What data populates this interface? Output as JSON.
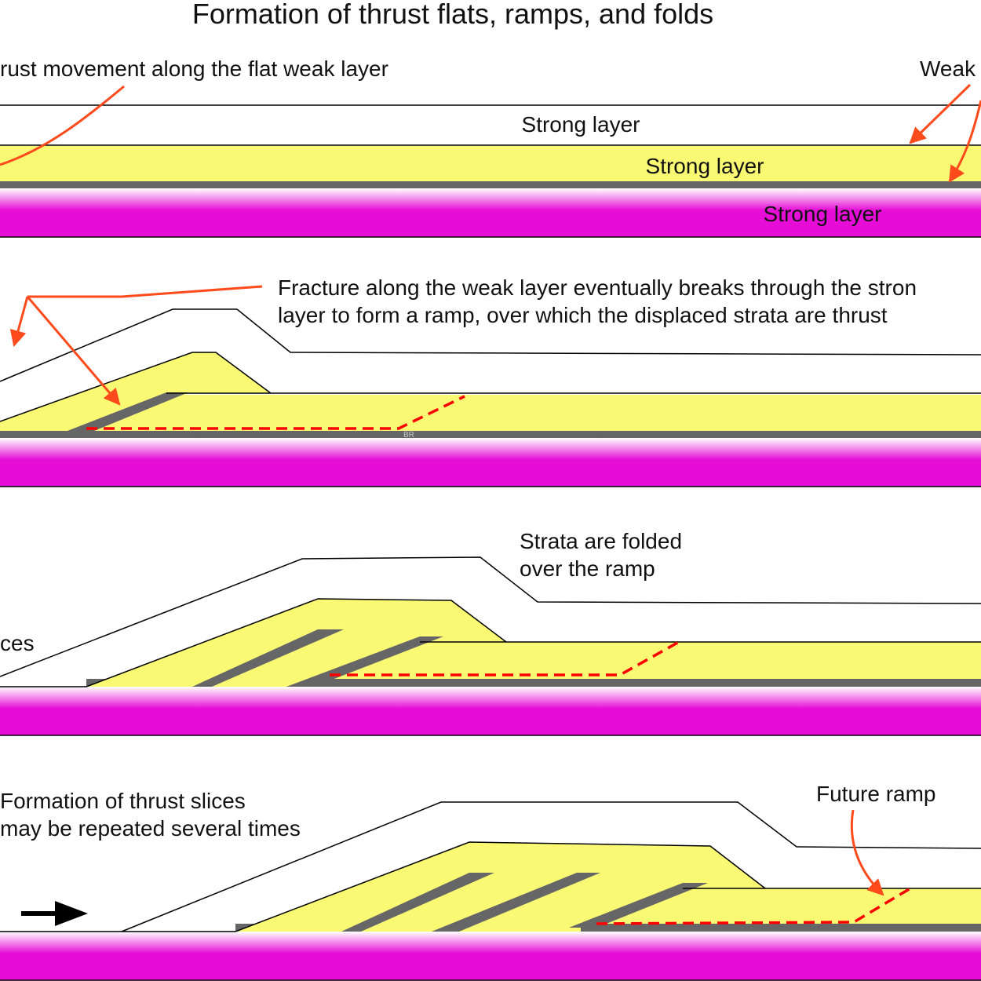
{
  "title": "Formation of thrust flats, ramps, and folds",
  "colors": {
    "strong_yellow": "#f9f974",
    "weak_layer": "#666666",
    "basement_magenta": "#e60ed6",
    "basement_light": "#ffffff",
    "fault_red": "#ff0000",
    "arrow_orange": "#ff4a1c",
    "outline": "#000000"
  },
  "panel1": {
    "label_thrust": "rust movement along the flat weak layer",
    "label_weak": "Weak",
    "label_strong_top": "Strong layer",
    "label_strong_mid": "Strong layer",
    "label_strong_bottom": "Strong layer"
  },
  "panel2": {
    "label_line1": "Fracture along the weak layer eventually breaks through the stron",
    "label_line2": "layer to form a ramp, over which the displaced strata are thrust",
    "watermark": "BR"
  },
  "panel3": {
    "label_line1": "Strata are folded",
    "label_line2": "over the ramp",
    "label_left": "ces"
  },
  "panel4": {
    "label_line1": "Formation of thrust slices",
    "label_line2": "may be repeated several times",
    "label_future": "Future ramp"
  },
  "icons": {
    "pointer": "orange-pointer-arrow-icon",
    "direction": "black-direction-arrow-icon"
  }
}
